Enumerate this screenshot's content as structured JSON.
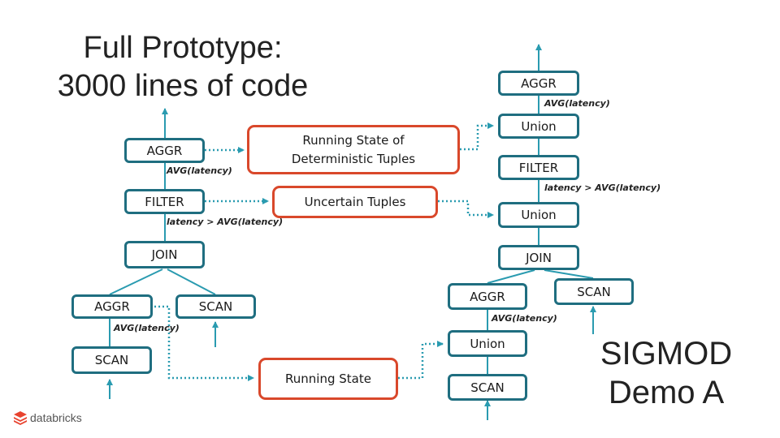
{
  "slide": {
    "title_line1": "Full Prototype:",
    "title_line2": "3000 lines of code",
    "footer_line1": "SIGMOD",
    "footer_line2": "Demo A",
    "logo_text": "databricks"
  },
  "left_plan": {
    "aggr_top": "AGGR",
    "filter": "FILTER",
    "join": "JOIN",
    "aggr_bottom": "AGGR",
    "scan_right": "SCAN",
    "scan_bottom": "SCAN",
    "ann_aggr_top": "AVG(latency)",
    "ann_filter": "latency > AVG(latency)",
    "ann_aggr_bottom": "AVG(latency)"
  },
  "states": {
    "running_deterministic": "Running State of Deterministic Tuples",
    "uncertain": "Uncertain Tuples",
    "running": "Running State"
  },
  "right_plan": {
    "aggr_top": "AGGR",
    "union_top": "Union",
    "filter": "FILTER",
    "union_mid": "Union",
    "join": "JOIN",
    "aggr_left": "AGGR",
    "scan_right": "SCAN",
    "union_bottom": "Union",
    "scan_bottom": "SCAN",
    "ann_aggr_top": "AVG(latency)",
    "ann_filter": "latency > AVG(latency)",
    "ann_aggr_left": "AVG(latency)"
  },
  "colors": {
    "operator_border": "#1f6e80",
    "state_border": "#d9482b",
    "edge": "#2a9bb0",
    "logo_mark": "#e8432f"
  }
}
